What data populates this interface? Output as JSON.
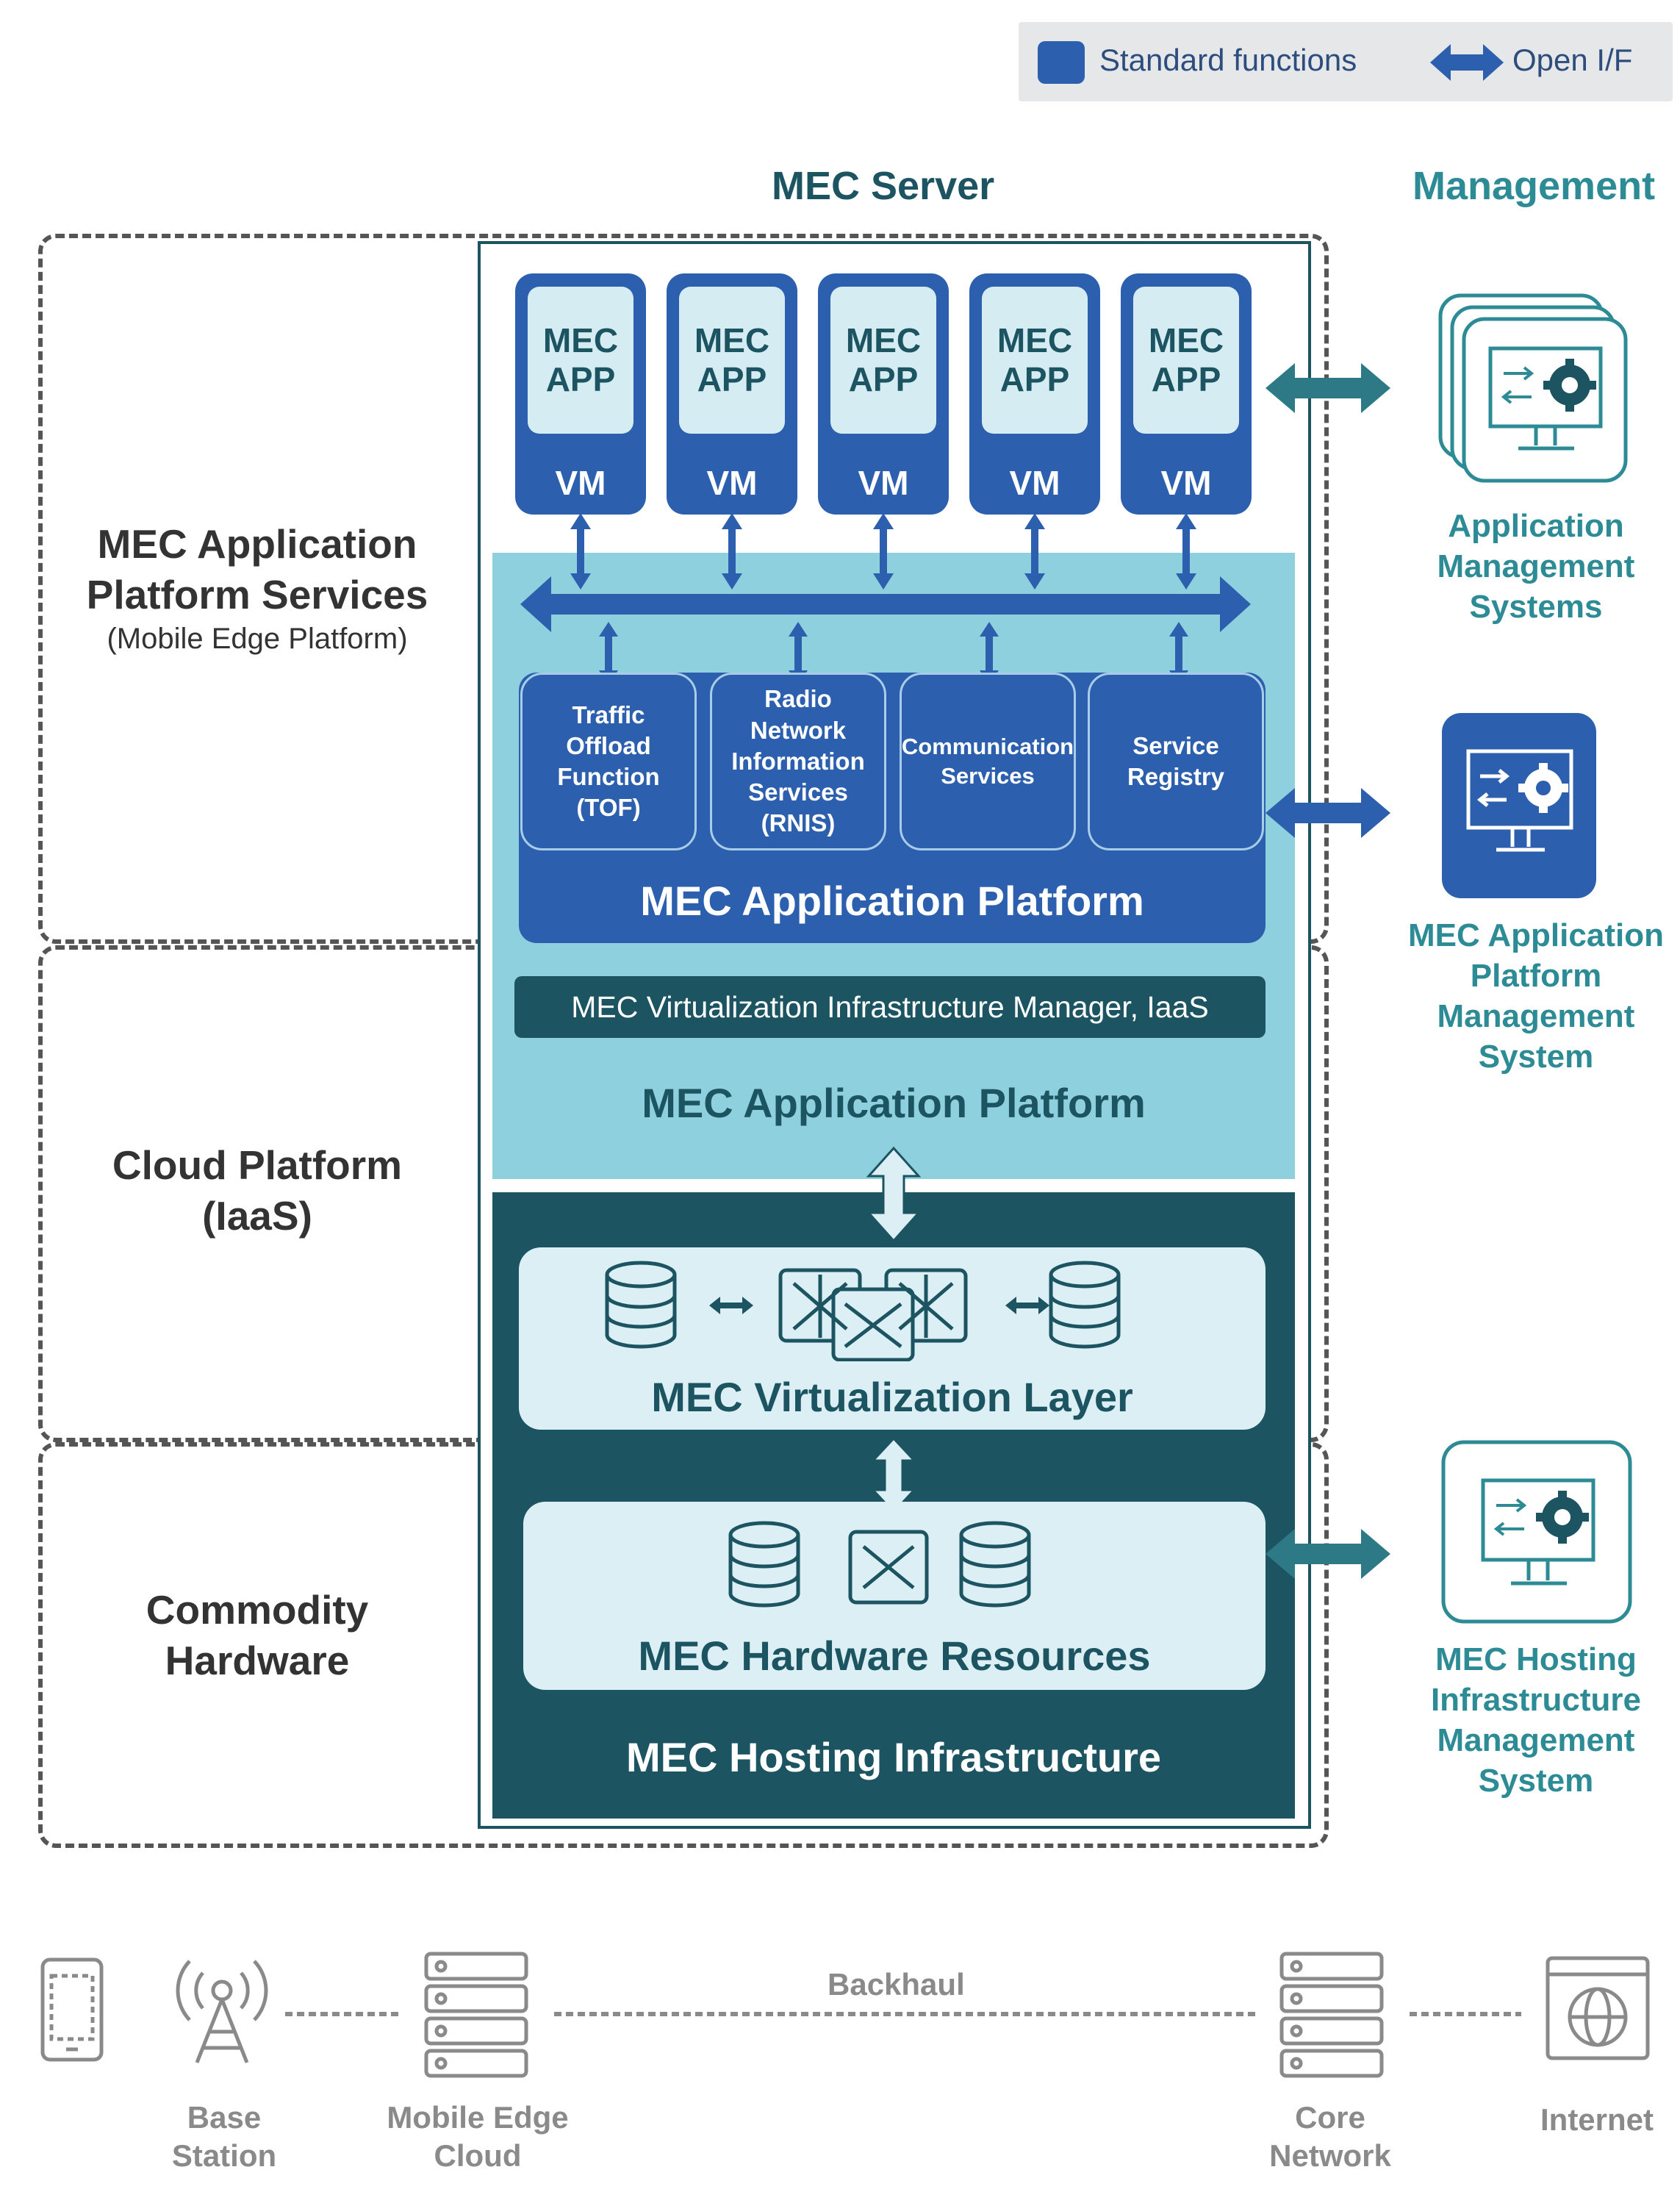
{
  "legend": {
    "standard_functions": "Standard functions",
    "open_if": "Open I/F",
    "standard_color": "#2c5fae"
  },
  "headers": {
    "server": "MEC Server",
    "management": "Management"
  },
  "side_labels": {
    "platform_services_line1": "MEC Application",
    "platform_services_line2": "Platform Services",
    "platform_services_sub": "(Mobile Edge Platform)",
    "cloud_line1": "Cloud Platform",
    "cloud_line2": "(IaaS)",
    "hardware_line1": "Commodity",
    "hardware_line2": "Hardware"
  },
  "vms": [
    {
      "app_line1": "MEC",
      "app_line2": "APP",
      "vm": "VM"
    },
    {
      "app_line1": "MEC",
      "app_line2": "APP",
      "vm": "VM"
    },
    {
      "app_line1": "MEC",
      "app_line2": "APP",
      "vm": "VM"
    },
    {
      "app_line1": "MEC",
      "app_line2": "APP",
      "vm": "VM"
    },
    {
      "app_line1": "MEC",
      "app_line2": "APP",
      "vm": "VM"
    }
  ],
  "services": [
    {
      "lines": [
        "Traffic",
        "Offload",
        "Function",
        "(TOF)"
      ]
    },
    {
      "lines": [
        "Radio",
        "Network",
        "Information",
        "Services",
        "(RNIS)"
      ]
    },
    {
      "lines": [
        "Communication",
        "Services"
      ]
    },
    {
      "lines": [
        "Service",
        "Registry"
      ]
    }
  ],
  "platform": {
    "title": "MEC Application Platform",
    "vim": "MEC Virtualization Infrastructure Manager, IaaS",
    "second_title": "MEC Application Platform"
  },
  "virtualization_layer": "MEC Virtualization Layer",
  "hardware_resources": "MEC Hardware Resources",
  "hosting_infrastructure": "MEC Hosting Infrastructure",
  "management": {
    "app_mgmt": [
      "Application",
      "Management",
      "Systems"
    ],
    "platform_mgmt": [
      "MEC Application",
      "Platform",
      "Management",
      "System"
    ],
    "hosting_mgmt": [
      "MEC Hosting",
      "Infrastructure",
      "Management",
      "System"
    ]
  },
  "bottom": {
    "backhaul": "Backhaul",
    "base_station": [
      "Base",
      "Station"
    ],
    "edge_cloud": [
      "Mobile Edge",
      "Cloud"
    ],
    "core_network": [
      "Core",
      "Network"
    ],
    "internet": "Internet"
  }
}
